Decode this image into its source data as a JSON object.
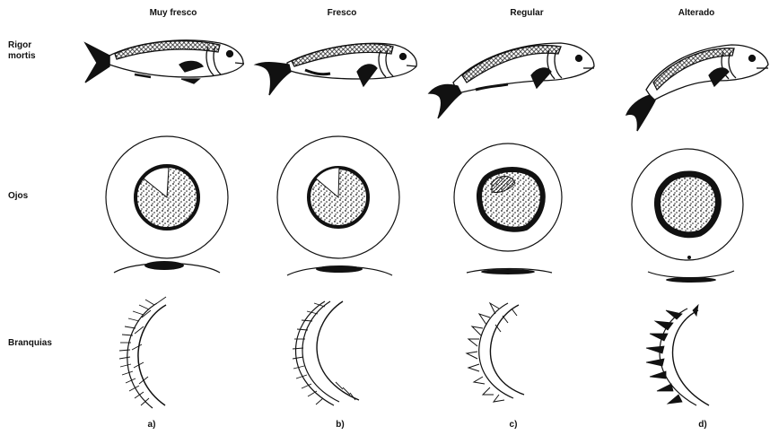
{
  "columns": [
    "Muy fresco",
    "Fresco",
    "Regular",
    "Alterado"
  ],
  "rows": {
    "rigor": "Rigor mortis",
    "ojos": "Ojos",
    "branquias": "Branquias"
  },
  "sublabels": [
    "a)",
    "b)",
    "c)",
    "d)"
  ],
  "ink_color": "#111111"
}
